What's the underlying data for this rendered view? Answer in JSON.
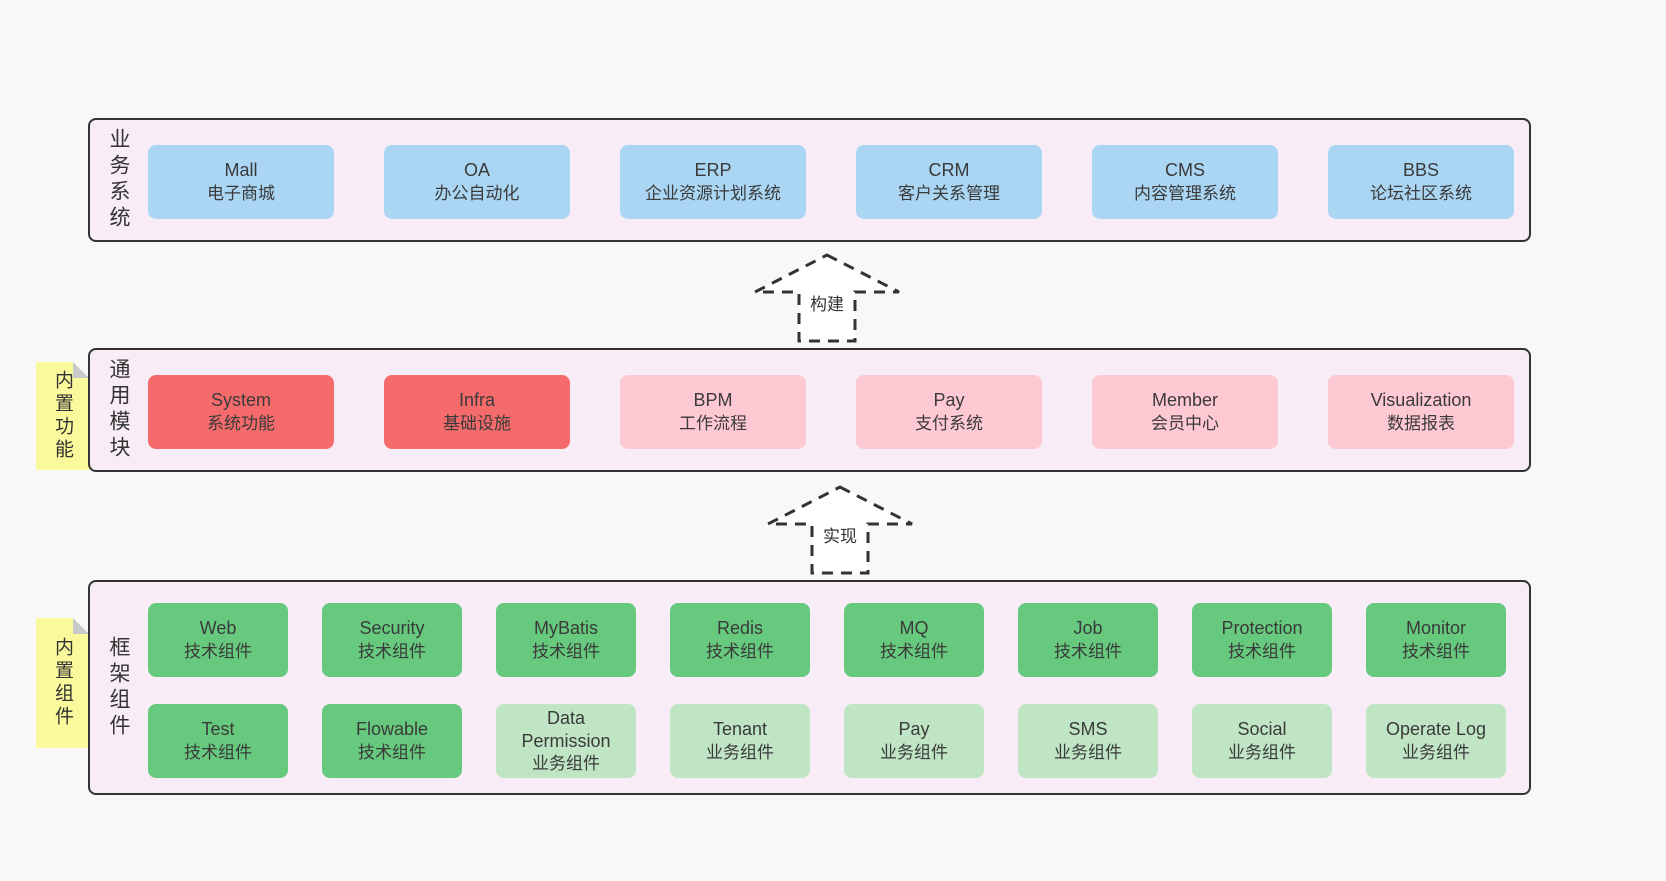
{
  "colors": {
    "page_bg": "#f8f8f8",
    "panel_bg": "#f8edf6",
    "panel_border": "#333333",
    "business_box": "#aad6f4",
    "module_core_box": "#f56b6b",
    "module_optional_box": "#fec9d3",
    "tech_box": "#66c97d",
    "biz_box": "#c0e5c4",
    "note_bg": "#fafa9c",
    "note_fold": "#c9c9c9",
    "text": "#3a3a3a"
  },
  "business": {
    "label": "业务系统",
    "boxes": [
      {
        "en": "Mall",
        "zh": "电子商城"
      },
      {
        "en": "OA",
        "zh": "办公自动化"
      },
      {
        "en": "ERP",
        "zh": "企业资源计划系统"
      },
      {
        "en": "CRM",
        "zh": "客户关系管理"
      },
      {
        "en": "CMS",
        "zh": "内容管理系统"
      },
      {
        "en": "BBS",
        "zh": "论坛社区系统"
      }
    ]
  },
  "arrow_build": {
    "label": "构建"
  },
  "modules": {
    "label": "通用模块",
    "note": "内置功能",
    "boxes": [
      {
        "en": "System",
        "zh": "系统功能"
      },
      {
        "en": "Infra",
        "zh": "基础设施"
      },
      {
        "en": "BPM",
        "zh": "工作流程"
      },
      {
        "en": "Pay",
        "zh": "支付系统"
      },
      {
        "en": "Member",
        "zh": "会员中心"
      },
      {
        "en": "Visualization",
        "zh": "数据报表"
      }
    ]
  },
  "arrow_implement": {
    "label": "实现"
  },
  "framework": {
    "label": "框架组件",
    "note": "内置组件",
    "row1": [
      {
        "en": "Web",
        "zh": "技术组件"
      },
      {
        "en": "Security",
        "zh": "技术组件"
      },
      {
        "en": "MyBatis",
        "zh": "技术组件"
      },
      {
        "en": "Redis",
        "zh": "技术组件"
      },
      {
        "en": "MQ",
        "zh": "技术组件"
      },
      {
        "en": "Job",
        "zh": "技术组件"
      },
      {
        "en": "Protection",
        "zh": "技术组件"
      },
      {
        "en": "Monitor",
        "zh": "技术组件"
      }
    ],
    "row2": [
      {
        "en": "Test",
        "zh": "技术组件"
      },
      {
        "en": "Flowable",
        "zh": "技术组件"
      },
      {
        "en": "Data Permission",
        "zh": "业务组件"
      },
      {
        "en": "Tenant",
        "zh": "业务组件"
      },
      {
        "en": "Pay",
        "zh": "业务组件"
      },
      {
        "en": "SMS",
        "zh": "业务组件"
      },
      {
        "en": "Social",
        "zh": "业务组件"
      },
      {
        "en": "Operate Log",
        "zh": "业务组件"
      }
    ]
  }
}
